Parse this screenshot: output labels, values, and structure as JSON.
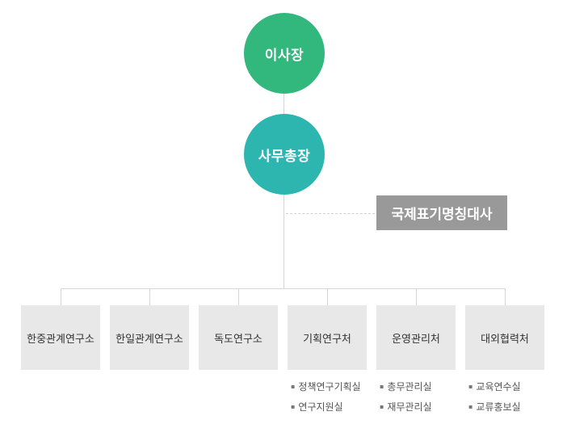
{
  "org_chart": {
    "chairman": "이사장",
    "secretary_general": "사무총장",
    "special_unit": "국제표기명칭대사",
    "departments": [
      {
        "name": "한중관계연구소",
        "subunits": []
      },
      {
        "name": "한일관계연구소",
        "subunits": []
      },
      {
        "name": "독도연구소",
        "subunits": []
      },
      {
        "name": "기획연구처",
        "subunits": [
          "정책연구기획실",
          "연구지원실"
        ]
      },
      {
        "name": "운영관리처",
        "subunits": [
          "총무관리실",
          "재무관리실"
        ]
      },
      {
        "name": "대외협력처",
        "subunits": [
          "교육연수실",
          "교류홍보실"
        ]
      }
    ]
  },
  "colors": {
    "chairman_circle": "#32b87c",
    "secretary_circle": "#2db5b0",
    "special_unit_box": "#999999",
    "department_box": "#e8e8e8",
    "connector": "#d6d6d6"
  }
}
